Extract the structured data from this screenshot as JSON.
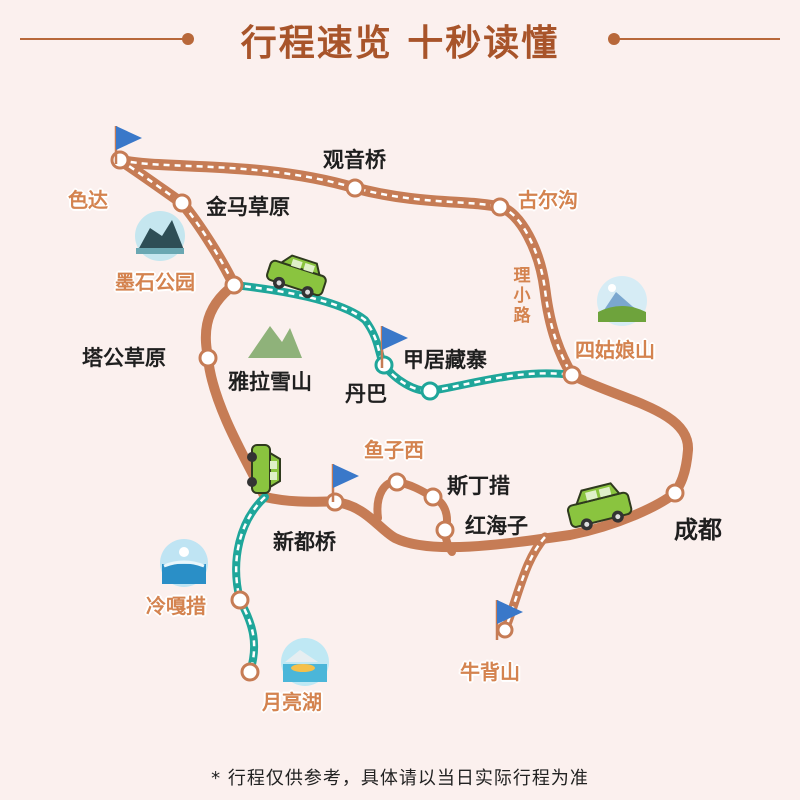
{
  "title": "行程速览 十秒读懂",
  "footer_note": "* 行程仅供参考，具体请以当日实际行程为准",
  "colors": {
    "background": "#fbf0ee",
    "road": "#c67c55",
    "scenic_route": "#1fa69a",
    "title": "#a8542a",
    "flag": "#3a78c9",
    "car": "#8ac43f"
  },
  "places": {
    "seda": "色达",
    "guanyinqiao": "观音桥",
    "jinma_caoyuan": "金马草原",
    "guergou": "古尔沟",
    "moshi_gongyuan": "墨石公园",
    "lixiao_lu": "理小路",
    "sigunianshan": "四姑娘山",
    "tagong_caoyuan": "塔公草原",
    "yala_xueshan": "雅拉雪山",
    "jiaju_zangzhai": "甲居藏寨",
    "danba": "丹巴",
    "yuzixi": "鱼子西",
    "sidingcuo": "斯丁措",
    "xinduqiao": "新都桥",
    "honghaizi": "红海子",
    "chengdu": "成都",
    "lenggacuo": "冷嘎措",
    "niubeishan": "牛背山",
    "yueliang_hu": "月亮湖"
  },
  "icons": {
    "flag": "flag-icon",
    "car": "car-icon",
    "mountain": "mountain-icon",
    "scenic_photo": "scenic-photo-icon"
  }
}
